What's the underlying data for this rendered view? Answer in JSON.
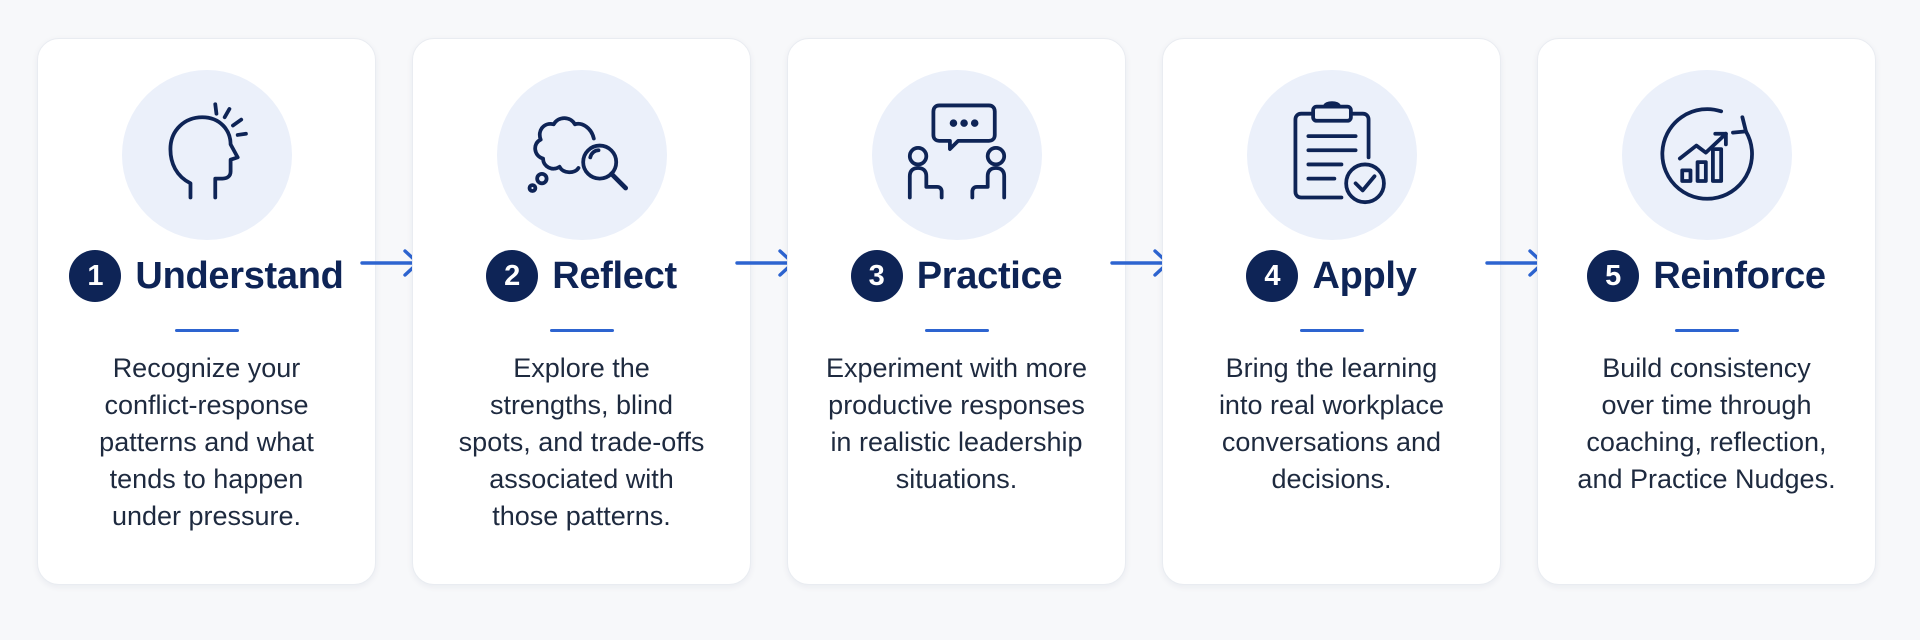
{
  "steps": [
    {
      "number": "1",
      "title": "Understand",
      "icon": "head-thinking-icon",
      "lines": [
        "Recognize your",
        "conflict-response",
        "patterns and what",
        "tends to happen",
        "under pressure."
      ]
    },
    {
      "number": "2",
      "title": "Reflect",
      "icon": "thought-cloud-magnifier-icon",
      "lines": [
        "Explore the",
        "strengths, blind",
        "spots, and trade-offs",
        "associated with",
        "those patterns."
      ]
    },
    {
      "number": "3",
      "title": "Practice",
      "icon": "conversation-icon",
      "lines": [
        "Experiment with more",
        "productive responses",
        "in realistic leadership",
        "situations."
      ]
    },
    {
      "number": "4",
      "title": "Apply",
      "icon": "clipboard-check-icon",
      "lines": [
        "Bring the learning",
        "into real workplace",
        "conversations and",
        "decisions."
      ]
    },
    {
      "number": "5",
      "title": "Reinforce",
      "icon": "growth-cycle-icon",
      "lines": [
        "Build consistency",
        "over time through",
        "coaching, reflection,",
        "and Practice Nudges."
      ]
    }
  ],
  "colors": {
    "navy": "#0e2456",
    "accent": "#2d64d0",
    "icon_bg": "#ebf0fa"
  }
}
